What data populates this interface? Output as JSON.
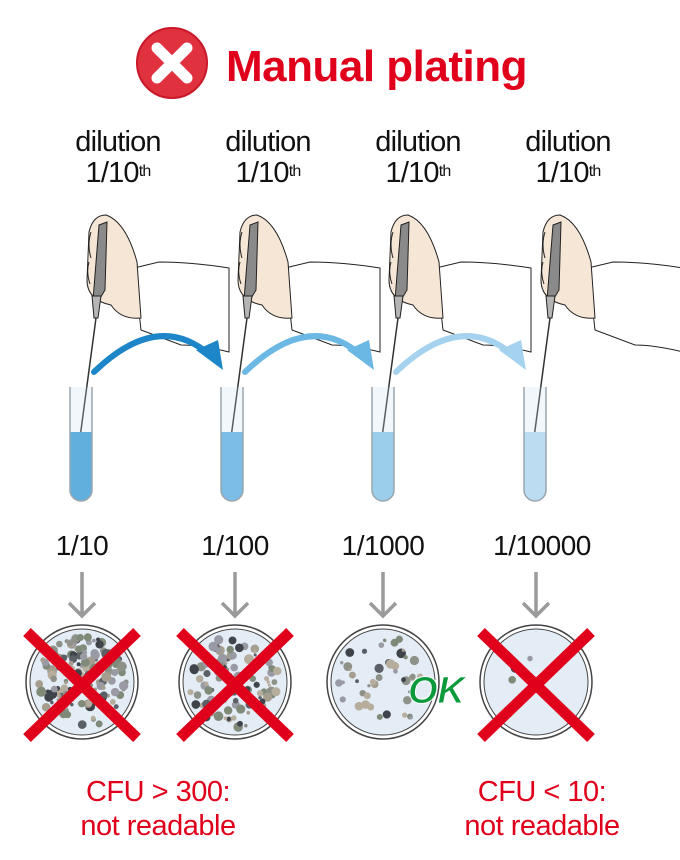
{
  "title": "Manual plating",
  "colors": {
    "red": "#e0001b",
    "ok_green": "#0a9a3c",
    "liquid": [
      "#3e9fd6",
      "#62b2e0",
      "#8cc8ea",
      "#b9ddf2"
    ],
    "arrows": [
      "#1c86c8",
      "#6cb8e4",
      "#a5d3ef"
    ]
  },
  "steps": [
    {
      "label": "dilution",
      "fraction": "1/10",
      "suffix": "th",
      "ratio": "1/10"
    },
    {
      "label": "dilution",
      "fraction": "1/10",
      "suffix": "th",
      "ratio": "1/100"
    },
    {
      "label": "dilution",
      "fraction": "1/10",
      "suffix": "th",
      "ratio": "1/1000"
    },
    {
      "label": "dilution",
      "fraction": "1/10",
      "suffix": "th",
      "ratio": "1/10000"
    }
  ],
  "plates": [
    {
      "colonies": 160,
      "rejected": true
    },
    {
      "colonies": 110,
      "rejected": true
    },
    {
      "colonies": 45,
      "rejected": false
    },
    {
      "colonies": 4,
      "rejected": true
    }
  ],
  "ok_label": "OK",
  "verdict_high": {
    "line1": "CFU > 300:",
    "line2": "not readable"
  },
  "verdict_low": {
    "line1": "CFU < 10:",
    "line2": "not readable"
  }
}
